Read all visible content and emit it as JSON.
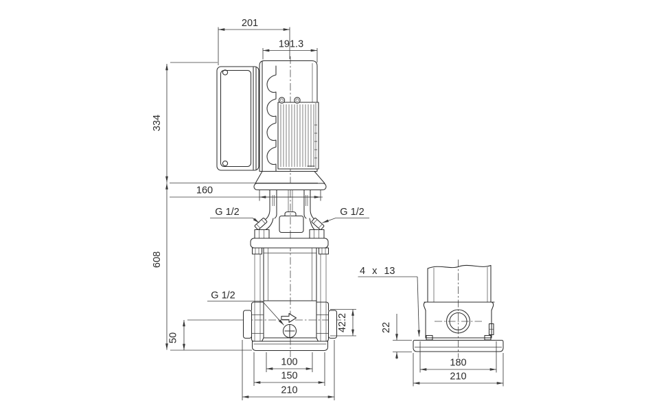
{
  "drawing": {
    "type": "technical-dimensional-drawing",
    "views": [
      "front-view",
      "side-view"
    ],
    "units": "mm"
  },
  "dims": {
    "motor_width": "201",
    "motor_depth": "191.3",
    "motor_height": "334",
    "motor_stool_width": "160",
    "vent_plug_left": "G 1/2",
    "vent_plug_right": "G 1/2",
    "pump_height": "608",
    "drain_plug": "G 1/2",
    "port_centerline_height": "50",
    "discharge_port_height": "42.2",
    "base_width_inner": "100",
    "base_width_mid": "150",
    "base_width_outer": "210",
    "base_bolt_holes": "4 x 13",
    "base_plate_thickness": "22",
    "base_depth_inner": "180",
    "base_depth_outer": "210"
  },
  "colors": {
    "background": "#ffffff",
    "outline": "#2b2b2b",
    "dimension_line": "#3a3a3a",
    "text": "#2a2a2a"
  }
}
